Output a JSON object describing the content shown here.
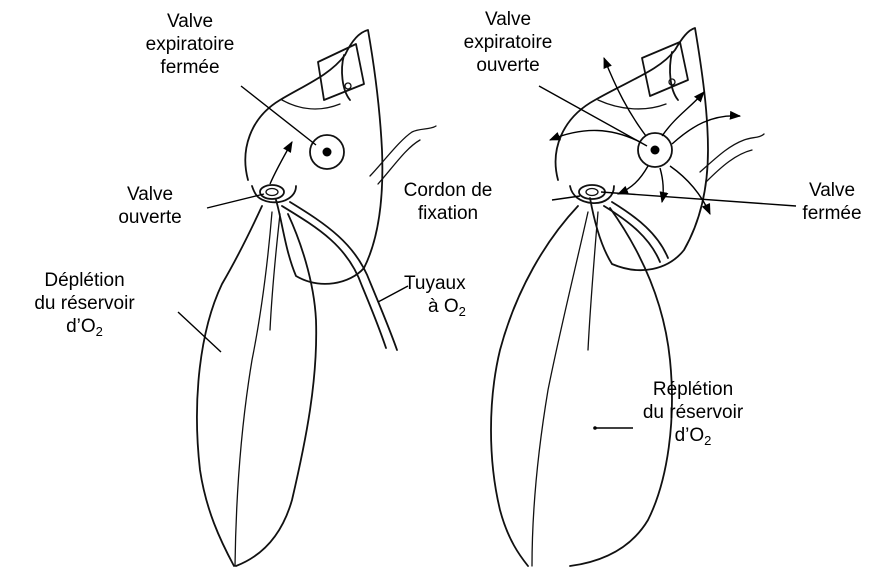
{
  "left": {
    "valve_exp": [
      "Valve",
      "expiratoire",
      "fermée"
    ],
    "valve": [
      "Valve",
      "ouverte"
    ],
    "cordon": [
      "Cordon de",
      "fixation"
    ],
    "depletion": [
      "Déplétion",
      "du réservoir"
    ],
    "depletion_o2": {
      "pre": "d’O",
      "sub": "2"
    },
    "tuyaux": "Tuyaux",
    "tuyaux_o2": {
      "pre": "à O",
      "sub": "2"
    }
  },
  "right": {
    "valve_exp": [
      "Valve",
      "expiratoire",
      "ouverte"
    ],
    "valve": [
      "Valve",
      "fermée"
    ],
    "repletion": [
      "Réplétion",
      "du réservoir"
    ],
    "repletion_o2": {
      "pre": "d’O",
      "sub": "2"
    }
  }
}
